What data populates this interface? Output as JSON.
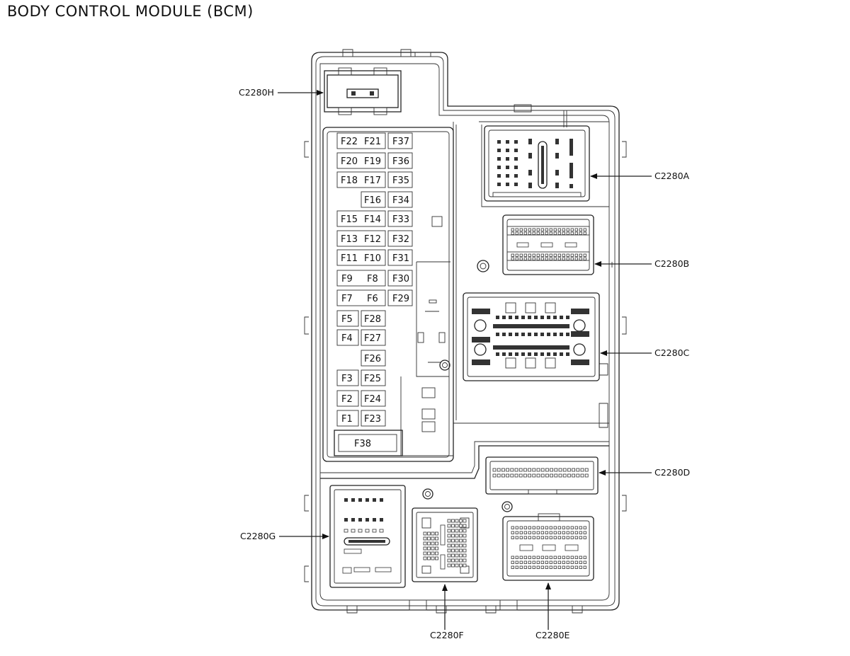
{
  "title": "BODY CONTROL MODULE (BCM)",
  "connectors": {
    "c2280h": "C2280H",
    "c2280a": "C2280A",
    "c2280b": "C2280B",
    "c2280c": "C2280C",
    "c2280d": "C2280D",
    "c2280g": "C2280G",
    "c2280f": "C2280F",
    "c2280e": "C2280E"
  },
  "fuses": {
    "f1": "F1",
    "f2": "F2",
    "f3": "F3",
    "f4": "F4",
    "f5": "F5",
    "f6": "F6",
    "f7": "F7",
    "f8": "F8",
    "f9": "F9",
    "f10": "F10",
    "f11": "F11",
    "f12": "F12",
    "f13": "F13",
    "f14": "F14",
    "f15": "F15",
    "f16": "F16",
    "f17": "F17",
    "f18": "F18",
    "f19": "F19",
    "f20": "F20",
    "f21": "F21",
    "f22": "F22",
    "f23": "F23",
    "f24": "F24",
    "f25": "F25",
    "f26": "F26",
    "f27": "F27",
    "f28": "F28",
    "f29": "F29",
    "f30": "F30",
    "f31": "F31",
    "f32": "F32",
    "f33": "F33",
    "f34": "F34",
    "f35": "F35",
    "f36": "F36",
    "f37": "F37",
    "f38": "F38"
  }
}
